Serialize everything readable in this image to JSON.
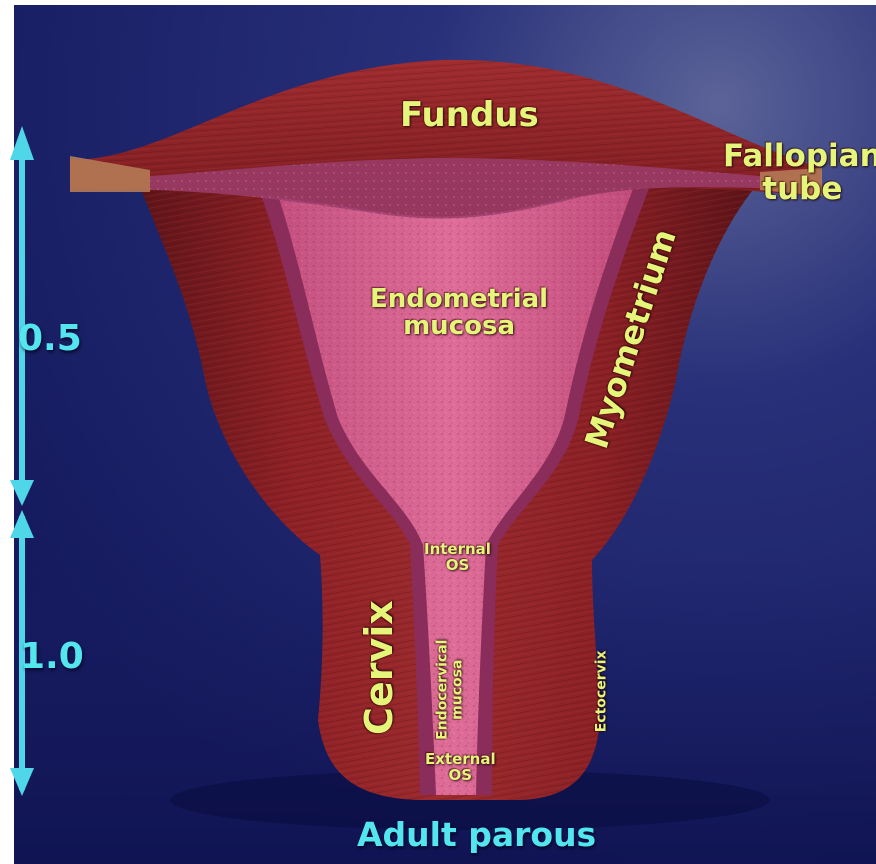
{
  "diagram": {
    "labels": {
      "fundus": "Fundus",
      "fallopian_tube": "Fallopian\ntube",
      "endometrial_mucosa": "Endometrial\nmucosa",
      "myometrium": "Myometrium",
      "internal_os": "Internal\nOS",
      "cervix": "Cervix",
      "endocervical_mucosa": "Endocervical\nmucosa",
      "external_os": "External\nOS",
      "ectocervix": "Ectocervix"
    },
    "scale": {
      "upper": "0.5",
      "lower": "1.0"
    },
    "caption": "Adult parous"
  },
  "colors": {
    "background": "#1c2066",
    "muscle": "#8e1f24",
    "mucosa": "#d4608e",
    "label": "#e4f57a",
    "scale": "#53e6ef"
  }
}
